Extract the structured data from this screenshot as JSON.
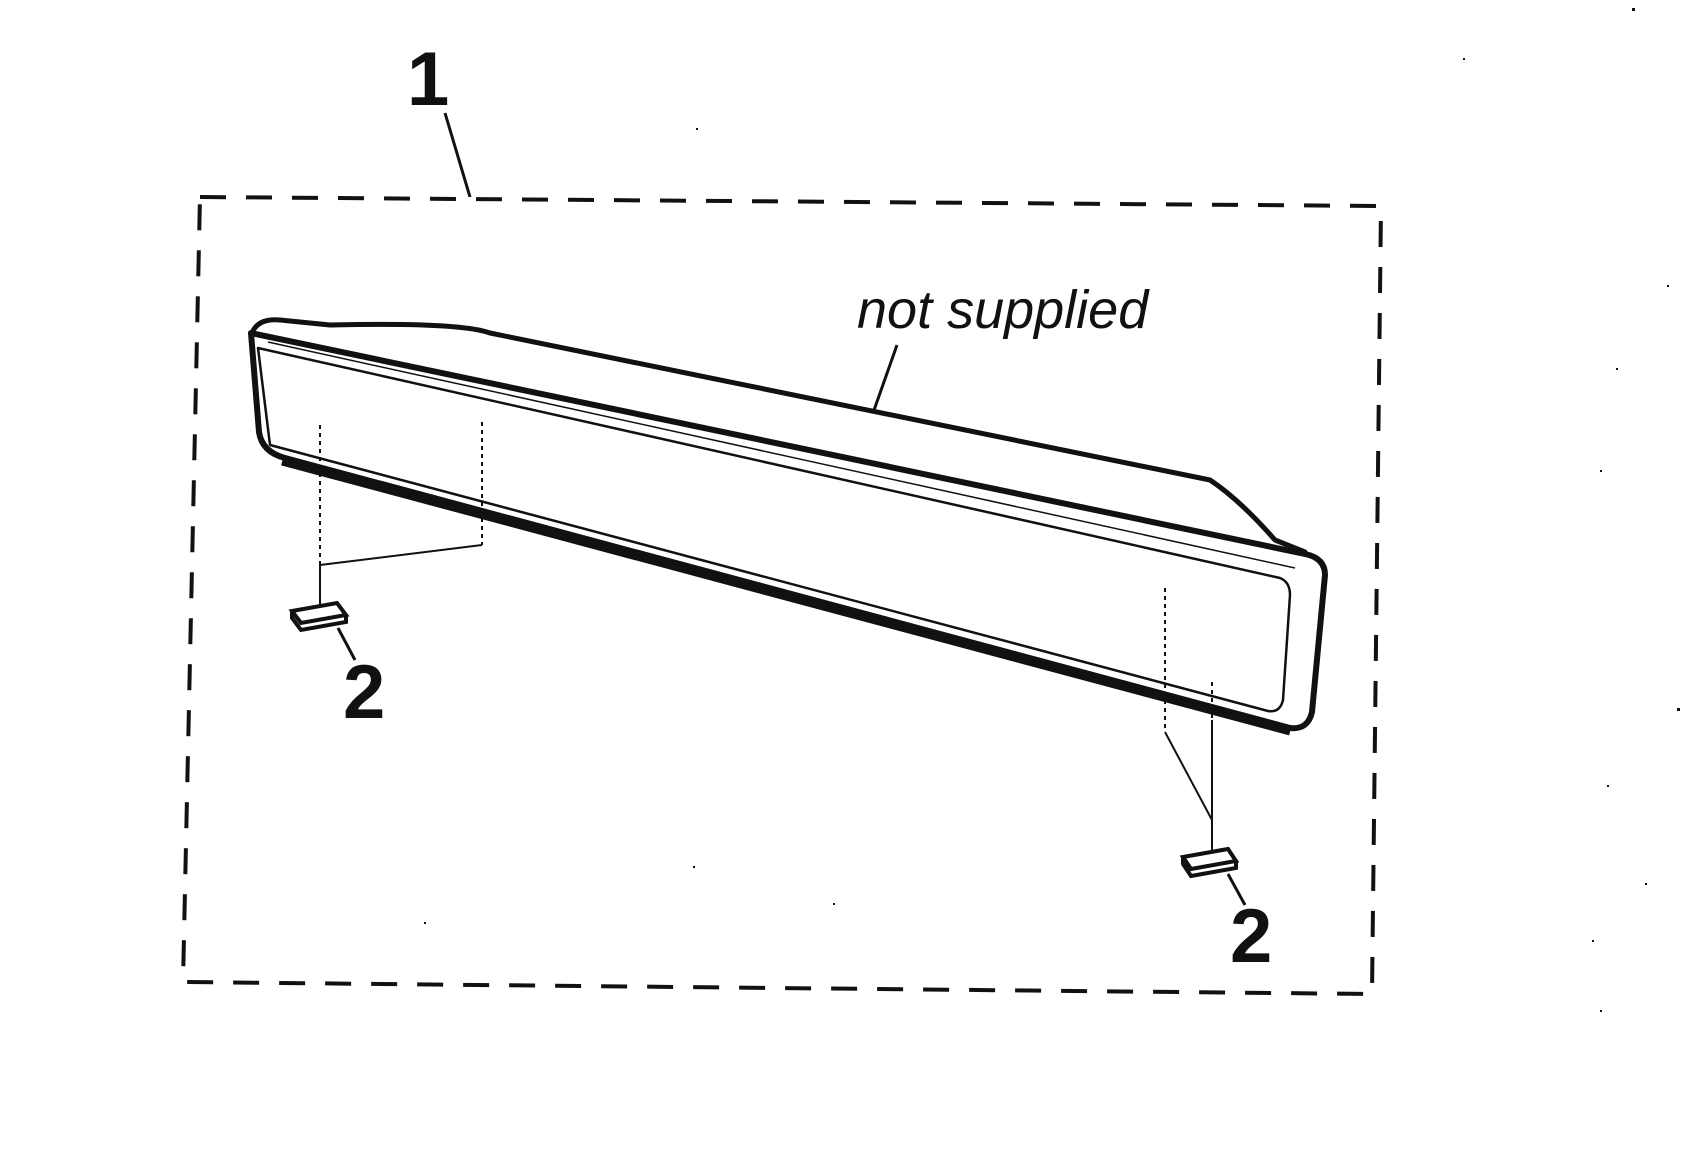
{
  "diagram": {
    "assembly_callout": "1",
    "note_not_supplied": "not supplied",
    "foot_left_callout": "2",
    "foot_right_callout": "2"
  },
  "colors": {
    "ink": "#111111",
    "background": "#ffffff"
  }
}
